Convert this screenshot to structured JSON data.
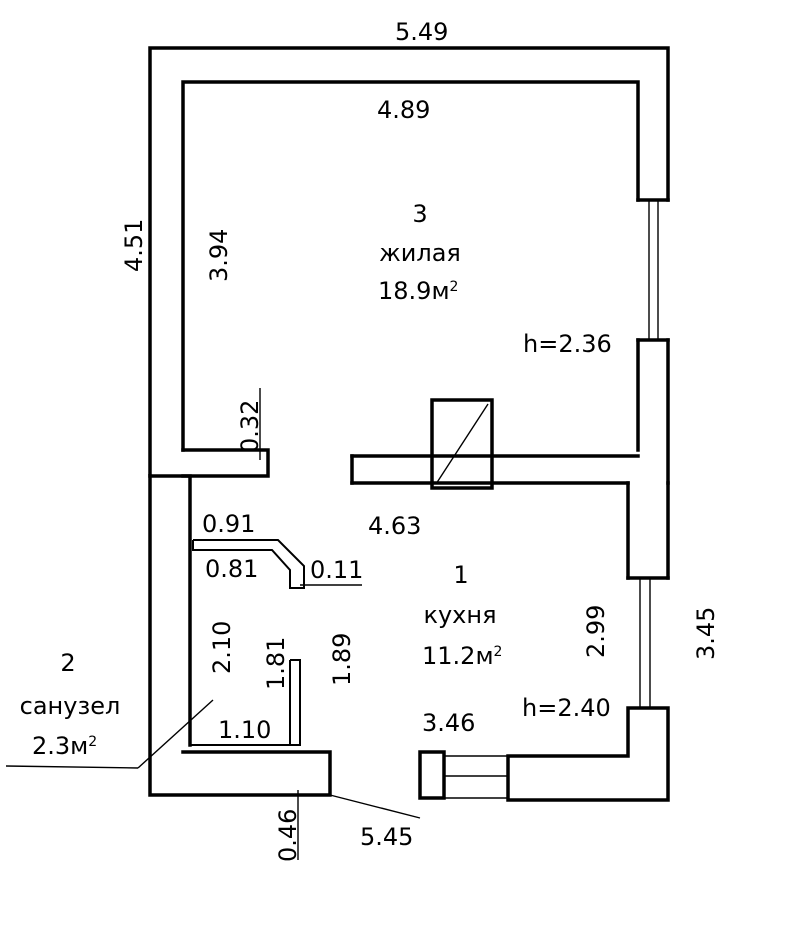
{
  "plan": {
    "overall_width": "5.49",
    "overall_width_bottom": "5.45",
    "overall_height": "4.51",
    "wall_thickness": "0.46",
    "partition_thickness": "0.32",
    "rooms": {
      "living": {
        "number": "3",
        "name": "жилая",
        "area": "18.9м",
        "area_sup": "2",
        "height": "h=2.36",
        "width": "4.89",
        "depth": "3.94"
      },
      "kitchen": {
        "number": "1",
        "name": "кухня",
        "area": "11.2м",
        "area_sup": "2",
        "height": "h=2.40",
        "width_top": "4.63",
        "width_bottom": "3.46",
        "depth_inner": "2.99",
        "depth_outer": "3.45"
      },
      "bathroom": {
        "number": "2",
        "name": "санузел",
        "area": "2.3м",
        "area_sup": "2",
        "width_top": "0.91",
        "width_mid": "0.81",
        "offset": "0.11",
        "height_left": "2.10",
        "height_inner": "1.81",
        "height_right": "1.89",
        "width_bottom": "1.10"
      }
    }
  }
}
